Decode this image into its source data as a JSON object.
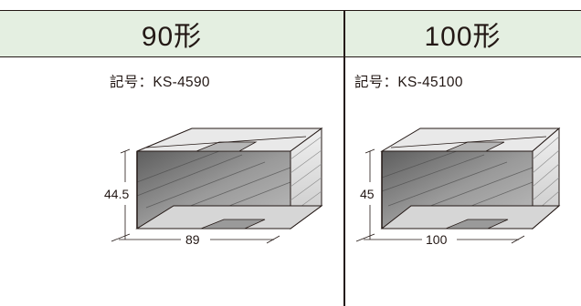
{
  "table": {
    "columns": [
      {
        "header": "90形",
        "symbol": "記号：KS-4590",
        "height_label": "44.5",
        "width_label": "89"
      },
      {
        "header": "100形",
        "symbol": "記号：KS-45100",
        "height_label": "45",
        "width_label": "100"
      }
    ]
  },
  "colors": {
    "header_bg": "#e4efe1",
    "line": "#231815",
    "inner_dark": "#6f6f6f",
    "inner_mid": "#a0a0a0",
    "side_light": "#dcdcdc"
  }
}
